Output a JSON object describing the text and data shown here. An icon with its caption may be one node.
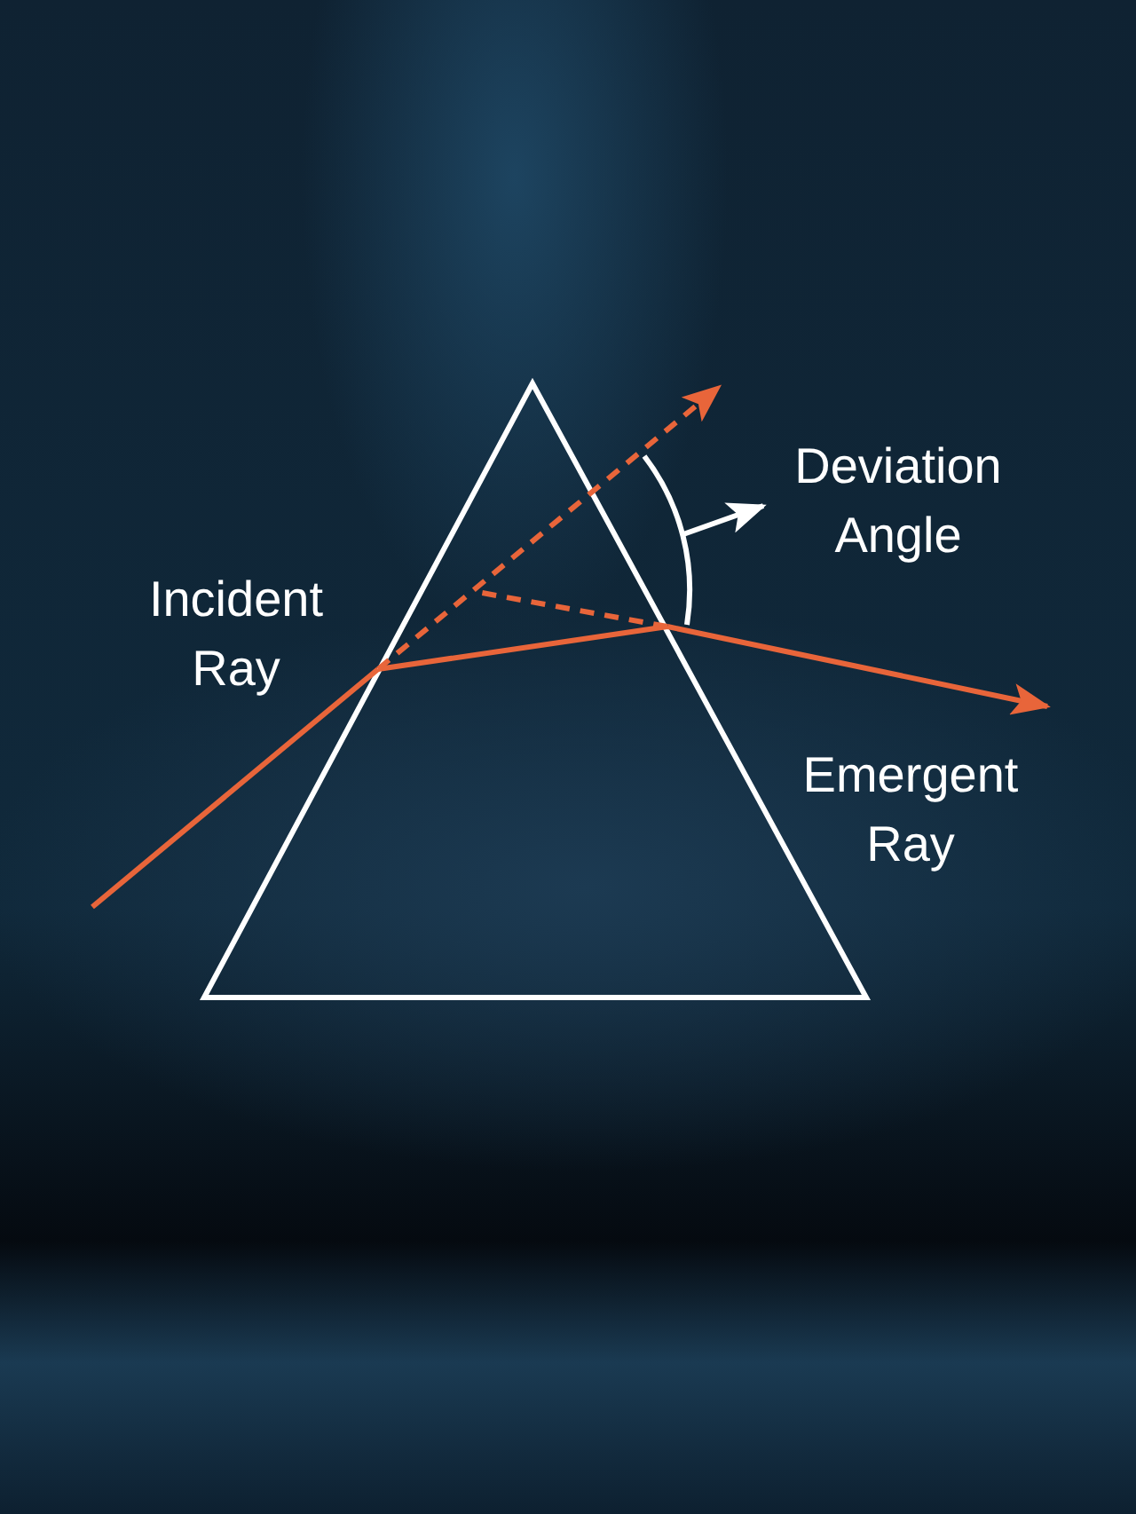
{
  "diagram": {
    "nodes": [
      {
        "text": [
          "Deviation Angle"
        ]
      },
      {
        "text": [],
        "shape": "arc"
      }
    ],
    "edges": [
      {
        "from": 1,
        "to": 0,
        "arrow": "to"
      }
    ],
    "labels": [
      "Incident Ray",
      "Emergent Ray"
    ]
  }
}
